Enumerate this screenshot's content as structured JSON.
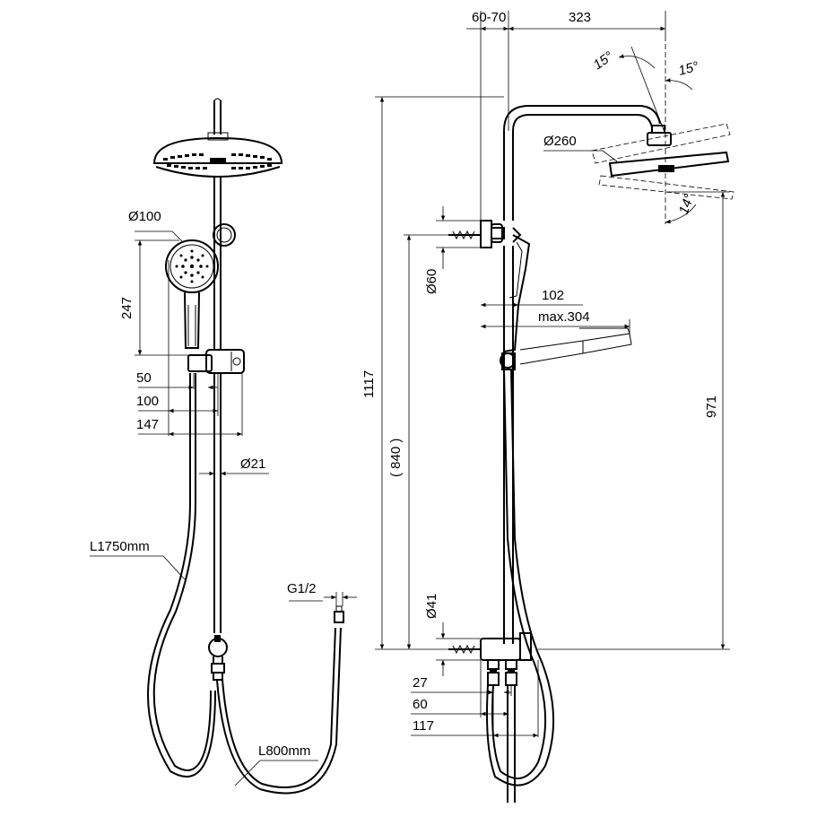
{
  "labels": {
    "d100": "Ø100",
    "d247": "247",
    "d50": "50",
    "d100w": "100",
    "d147": "147",
    "d21": "Ø21",
    "l1750": "L1750mm",
    "g12": "G1/2",
    "l800": "L800mm",
    "d6070": "60-70",
    "d323": "323",
    "a15a": "15°",
    "a15b": "15°",
    "d260": "Ø260",
    "a14": "14°",
    "d1117": "1117",
    "d840": "( 840 )",
    "d60v": "Ø60",
    "d102": "102",
    "max304": "max.304",
    "d971": "971",
    "d41": "Ø41",
    "d27": "27",
    "d60": "60",
    "d117": "117"
  }
}
